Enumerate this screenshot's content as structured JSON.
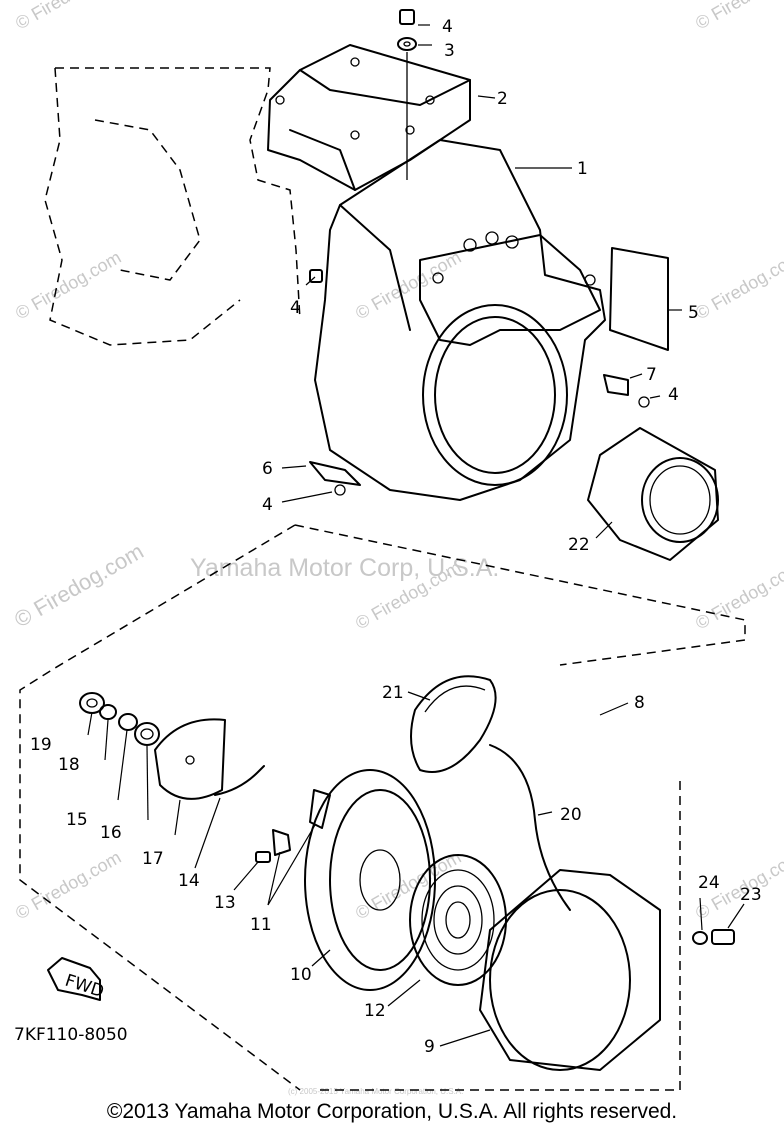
{
  "watermarks": {
    "site": "© Firedog.com",
    "brand": "Yamaha Motor Corp, U.S.A.",
    "small_copyright": "(c) 2005-2015 Yamaha Motor Corporation, U.S.A."
  },
  "diagram": {
    "code": "7KF110-8050",
    "fwd_label": "FWD",
    "callouts": [
      "1",
      "2",
      "3",
      "4",
      "4",
      "4",
      "4",
      "5",
      "6",
      "7",
      "8",
      "9",
      "10",
      "11",
      "12",
      "13",
      "14",
      "15",
      "16",
      "17",
      "18",
      "19",
      "20",
      "21",
      "22",
      "23",
      "24"
    ]
  },
  "footer": {
    "copyright": "©2013 Yamaha Motor Corporation, U.S.A. All rights reserved."
  }
}
